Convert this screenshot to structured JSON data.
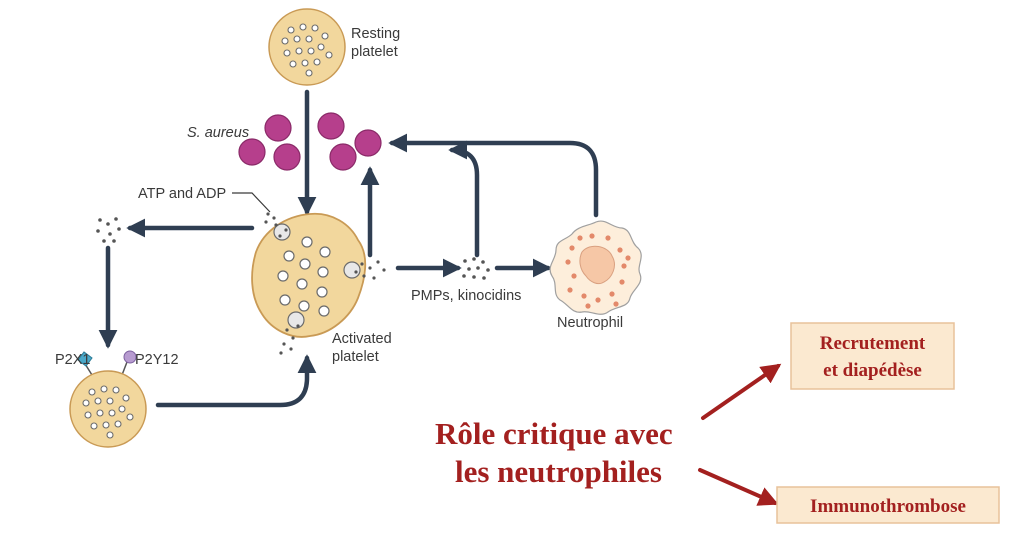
{
  "labels": {
    "resting_platelet_line1": "Resting",
    "resting_platelet_line2": "platelet",
    "s_aureus": "S. aureus",
    "atp_adp": "ATP and ADP",
    "activated_platelet_line1": "Activated",
    "activated_platelet_line2": "platelet",
    "pmps_kinocidins": "PMPs, kinocidins",
    "neutrophil": "Neutrophil",
    "p2x1": "P2X1",
    "p2y12": "P2Y12"
  },
  "annotation": {
    "title_line1": "Rôle critique avec",
    "title_line2": "les neutrophiles",
    "box_top_line1": "Recrutement",
    "box_top_line2": "et diapédèse",
    "box_bottom": "Immunothrombose"
  },
  "colors": {
    "platelet_fill": "#f2d79d",
    "platelet_stroke": "#c99a55",
    "bacteria": "#b63f8c",
    "arrow": "#2f3e52",
    "annotation_red": "#a3201f",
    "box_fill": "#fbe9d0",
    "box_stroke": "#e8c29a",
    "p2x1_receptor": "#4aa8c9",
    "p2y12_receptor": "#b79bd0"
  }
}
